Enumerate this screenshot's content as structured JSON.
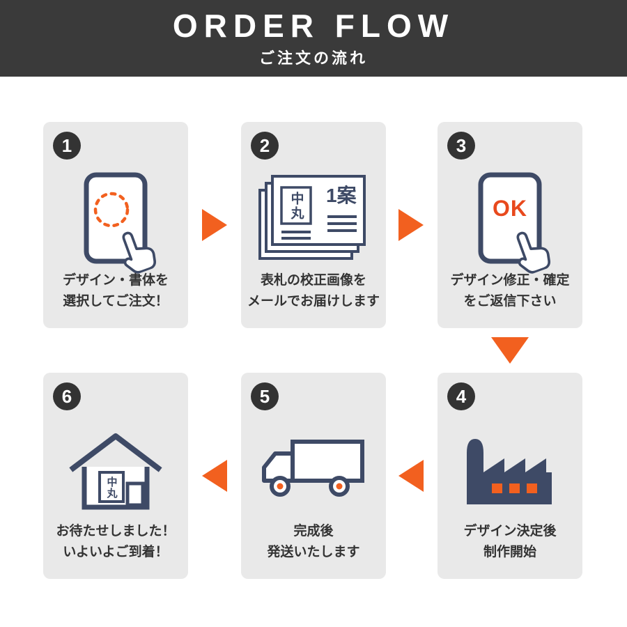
{
  "header": {
    "title": "ORDER FLOW",
    "subtitle": "ご注文の流れ"
  },
  "steps": [
    {
      "number": "1",
      "icon": "smartphone-tap-icon",
      "caption_line1": "デザイン・書体を",
      "caption_line2": "選択してご注文！"
    },
    {
      "number": "2",
      "icon": "proof-sheets-icon",
      "plate_label": "中丸",
      "draft_label": "1案",
      "caption_line1": "表札の校正画像を",
      "caption_line2": "メールでお届けします"
    },
    {
      "number": "3",
      "icon": "smartphone-ok-icon",
      "ok_label": "OK",
      "caption_line1": "デザイン修正・確定",
      "caption_line2": "をご返信下さい"
    },
    {
      "number": "4",
      "icon": "factory-icon",
      "caption_line1": "デザイン決定後",
      "caption_line2": "制作開始"
    },
    {
      "number": "5",
      "icon": "truck-icon",
      "caption_line1": "完成後",
      "caption_line2": "発送いたします"
    },
    {
      "number": "6",
      "icon": "house-icon",
      "plate_label": "中丸",
      "caption_line1": "お待たせしました！",
      "caption_line2": "いよいよご到着！"
    }
  ],
  "colors": {
    "header_bg": "#3a3a3a",
    "card_bg": "#e9e9e9",
    "accent": "#f2601f",
    "icon_stroke": "#3e4a66",
    "text": "#333333"
  }
}
